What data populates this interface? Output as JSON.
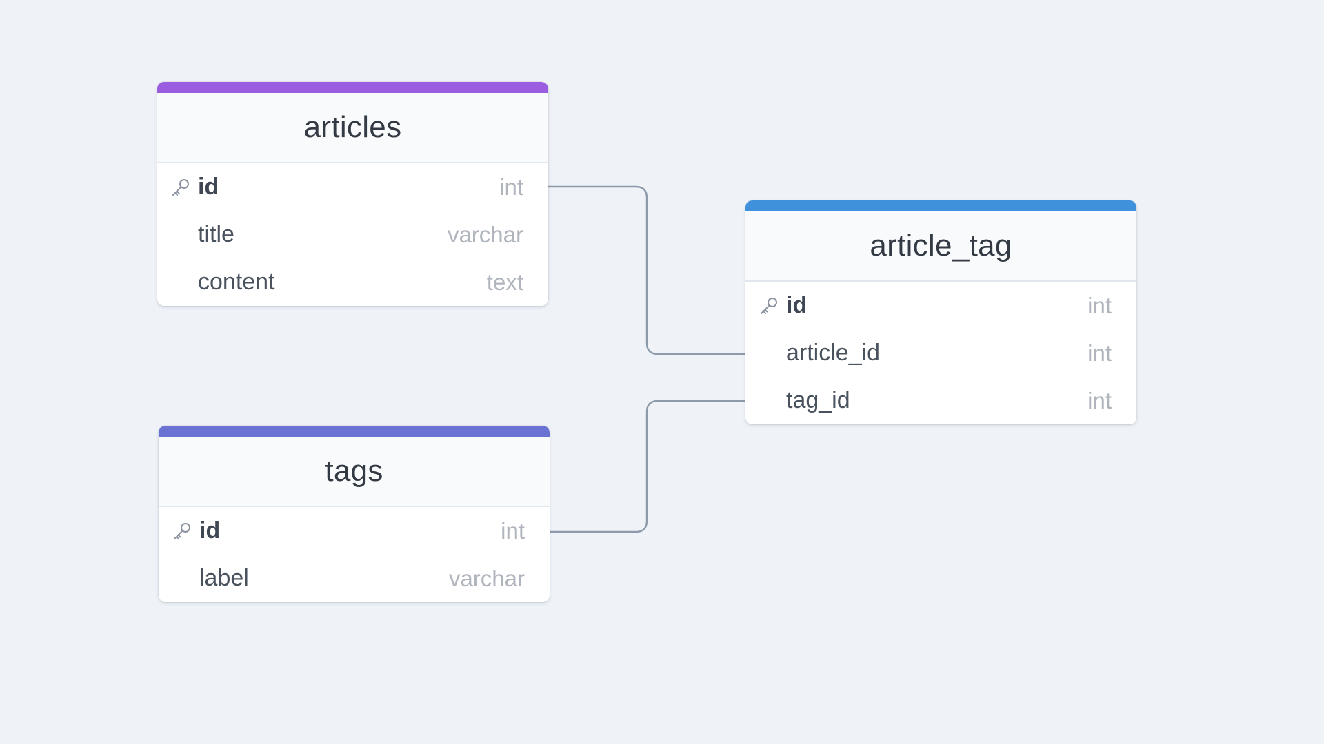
{
  "colors": {
    "background": "#eff3f8",
    "connector": "#8d9aaa",
    "articles_accent": "#9a5de0",
    "tags_accent": "#6a73d1",
    "article_tag_accent": "#3f91dc"
  },
  "icons": {
    "primary_key": "key-icon"
  },
  "tables": {
    "articles": {
      "name": "articles",
      "fields": [
        {
          "name": "id",
          "type": "int",
          "primary_key": true
        },
        {
          "name": "title",
          "type": "varchar",
          "primary_key": false
        },
        {
          "name": "content",
          "type": "text",
          "primary_key": false
        }
      ]
    },
    "tags": {
      "name": "tags",
      "fields": [
        {
          "name": "id",
          "type": "int",
          "primary_key": true
        },
        {
          "name": "label",
          "type": "varchar",
          "primary_key": false
        }
      ]
    },
    "article_tag": {
      "name": "article_tag",
      "fields": [
        {
          "name": "id",
          "type": "int",
          "primary_key": true
        },
        {
          "name": "article_id",
          "type": "int",
          "primary_key": false
        },
        {
          "name": "tag_id",
          "type": "int",
          "primary_key": false
        }
      ]
    }
  },
  "relationships": [
    {
      "from": "articles.id",
      "to": "article_tag.article_id"
    },
    {
      "from": "tags.id",
      "to": "article_tag.tag_id"
    }
  ]
}
